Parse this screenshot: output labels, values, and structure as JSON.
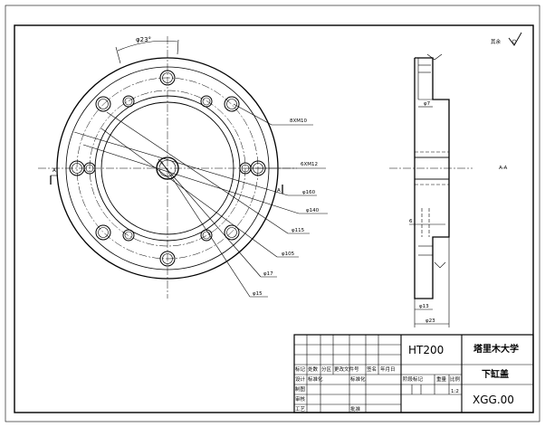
{
  "front_view": {
    "dim_top_angle": "φ23°",
    "label_8xm10": "8XM10",
    "label_6xm12": "6XM12",
    "section_marker_left": "A",
    "section_marker_right": "A",
    "diameters": [
      "φ160",
      "φ140",
      "φ115",
      "φ105",
      "φ17",
      "φ15"
    ]
  },
  "side_view": {
    "dim_top": "φ7",
    "dim_step": "6",
    "dim_bottom_inner": "φ13",
    "dim_bottom": "φ23",
    "section_label": "A-A"
  },
  "roughness_note": "其余",
  "title_block": {
    "material": "HT200",
    "school": "塔里木大学",
    "part_name": "下缸盖",
    "drawing_no": "XGG.00",
    "scale": "1:2",
    "rows": {
      "biaoji": "标记",
      "chushu": "处数",
      "fenqu": "分区",
      "gengai": "更改文件号",
      "qianming": "签名",
      "nianyueri": "年月日",
      "sheji": "设计",
      "biaozhunhua_small": "标准化",
      "biaozhunhua": "标准化",
      "shenhe": "审核",
      "gongyi": "工艺",
      "pizhun": "批准",
      "zhiren": "制图",
      "jieduan": "阶段标记",
      "zhongliang": "重量",
      "bili": "比例"
    }
  }
}
